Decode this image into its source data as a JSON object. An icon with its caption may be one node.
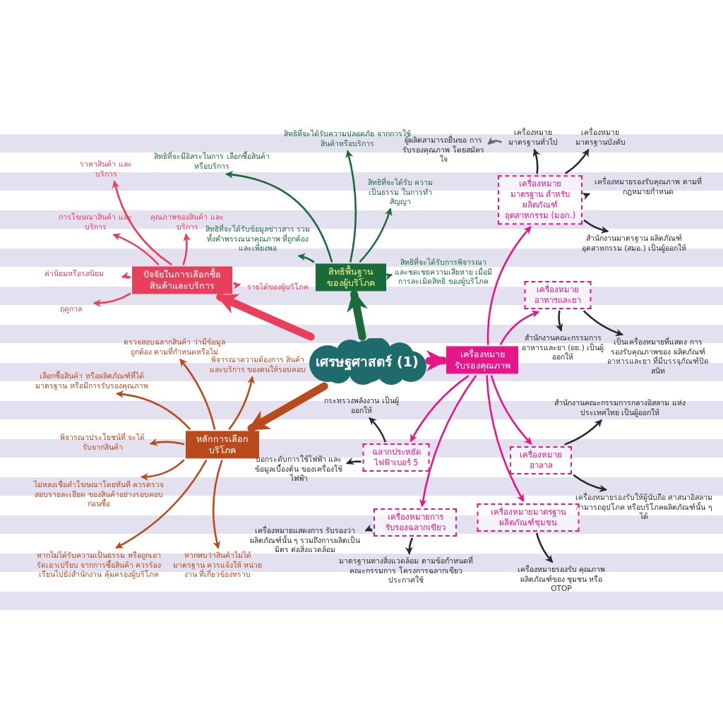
{
  "diagram": {
    "nodes": [
      {
        "text": [
          "เศรษฐศาสตร์ (1)"
        ]
      },
      {
        "text": [
          "ปัจจัยในการเลือกซื้อ สินค้าและบริการ"
        ]
      },
      {
        "text": [
          "ราคาสินค้า และบริการ"
        ]
      },
      {
        "text": [
          "การโฆษณาสินค้า และบริการ"
        ]
      },
      {
        "text": [
          "คุณภาพของสินค้า และบริการ"
        ]
      },
      {
        "text": [
          "ค่านิยมหรือรสนิยม"
        ]
      },
      {
        "text": [
          "ฤดูกาล"
        ]
      },
      {
        "text": [
          "รายได้ของผู้บริโภค"
        ]
      },
      {
        "text": [
          "สิทธิพื้นฐาน ของผู้บริโภค"
        ]
      },
      {
        "text": [
          "สิทธิที่จะมีอิสระในการ เลือกซื้อสินค้าหรือบริการ"
        ]
      },
      {
        "text": [
          "สิทธิที่จะได้รับความปลอดภัย จากการใช้สินค้าหรือบริการ"
        ]
      },
      {
        "text": [
          "สิทธิที่จะได้รับข้อมูลข่าวสาร รวมทั้งคำพรรณนาคุณภาพ ที่ถูกต้องและเพียงพอ"
        ]
      },
      {
        "text": [
          "สิทธิที่จะได้รับ ความเป็นธรรม ในการทำสัญญา"
        ]
      },
      {
        "text": [
          "สิทธิที่จะได้รับการพิจารณา และชดเชยความเสียหาย เมื่อมีการละเมิดสิทธิ ของผู้บริโภค"
        ]
      },
      {
        "text": [
          "หลักการเลือก บริโภค"
        ]
      },
      {
        "text": [
          "ตรวจสอบฉลากสินค้า ว่ามีข้อมูลถูกต้อง ตามที่กำหนดหรือไม่"
        ]
      },
      {
        "text": [
          "เลือกซื้อสินค้า หรือผลิตภัณฑ์ที่ได้มาตรฐาน หรือมีการรับรองคุณภาพ"
        ]
      },
      {
        "text": [
          "พิจารณาความต้องการ สินค้าและบริการ ของตนให้รอบคอบ"
        ]
      },
      {
        "text": [
          "พิจารณาประโยชน์ที่ จะได้รับจากสินค้า"
        ]
      },
      {
        "text": [
          "ไม่หลงเชื่อคำโฆษณาโดยทันที ควรตรวจสอบรายละเอียด ของสินค้าอย่างรอบคอบก่อนซื้อ"
        ]
      },
      {
        "text": [
          "หากไม่ได้รับความเป็นธรรม หรือถูกเอารัดเอาเปรียบ จากการซื้อสินค้า ควรร้องเรียนไปยังสำนักงาน คุ้มครองผู้บริโภค"
        ]
      },
      {
        "text": [
          "หากพบว่าสินค้าไม่ได้ มาตรฐาน ควรแจ้งให้ หน่วยงาน ที่เกี่ยวข้องทราบ"
        ]
      },
      {
        "text": [
          "เครื่องหมาย รับรองคุณภาพ"
        ]
      },
      {
        "text": [
          "เครื่องหมายมาตรฐาน สำหรับผลิตภัณฑ์ อุตสาหกรรม (มอก.)"
        ]
      },
      {
        "text": [
          "เครื่องหมาย อาหารและยา"
        ]
      },
      {
        "text": [
          "ฉลากประหยัด ไฟฟ้าเบอร์ 5"
        ]
      },
      {
        "text": [
          "เครื่องหมาย ฮาลาล"
        ]
      },
      {
        "text": [
          "เครื่องหมายการ รับรองฉลากเขียว"
        ]
      },
      {
        "text": [
          "เครื่องหมายมาตรฐาน ผลิตภัณฑ์ชุมชน"
        ]
      },
      {
        "text": [
          "ผู้ผลิตสามารถยื่นขอ การรับรองคุณภาพ โดยสมัครใจ"
        ]
      },
      {
        "text": [
          "เครื่องหมาย มาตรฐานทั่วไป"
        ]
      },
      {
        "text": [
          "เครื่องหมาย มาตรฐานบังคับ"
        ]
      },
      {
        "text": [
          "เครื่องหมายรองรับคุณภาพ ตามที่กฎหมายกำหนด"
        ]
      },
      {
        "text": [
          "สำนักงานมาตรฐาน ผลิตภัณฑ์อุตสาหกรรม (สมอ.) เป็นผู้ออกให้"
        ]
      },
      {
        "text": [
          "สำนักงานคณะกรรมการ อาหารและยา (อย.) เป็นผู้ออกให้"
        ]
      },
      {
        "text": [
          "เป็นเครื่องหมายที่แสดง การรองรับคุณภาพของ ผลิตภัณฑ์อาหารและยา ที่มีบรรจุภัณฑ์ปิดสนิท"
        ]
      },
      {
        "text": [
          "กระทรวงพลังงาน เป็นผู้ออกให้"
        ]
      },
      {
        "text": [
          "บอกระดับการใช้ไฟฟ้า และข้อมูลเบื้องต้น ของเครื่องใช้ไฟฟ้า"
        ]
      },
      {
        "text": [
          "สำนักงานคณะกรรมการกลางอิสลาม แห่งประเทศไทย เป็นผู้ออกให้"
        ]
      },
      {
        "text": [
          "เครื่องหมายรองรับให้ผู้นับถือ ศาสนาอิสลามสามารถอุปโภค หรือบริโภคผลิตภัณฑ์นั้น ๆ ได้"
        ]
      },
      {
        "text": [
          "เครื่องหมายแสดงการ รับรองว่าผลิตภัณฑ์นั้น ๆ รวมถึงการผลิตเป็นมิตร ต่อสิ่งแวดล้อม"
        ]
      },
      {
        "text": [
          "มาตรฐานทางสิ่งแวดล้อม ตามข้อกำหนดที่คณะกรรมการ โครงการฉลากเขียวประกาศใช้"
        ]
      },
      {
        "text": [
          "เครื่องหมายรองรับ คุณภาพผลิตภัณฑ์ของ ชุมชน หรือ OTOP"
        ]
      }
    ],
    "edges": [
      {
        "from": 0,
        "to": 1,
        "arrow": "to",
        "style": "thick",
        "color": "#e8405a"
      },
      {
        "from": 0,
        "to": 8,
        "arrow": "to",
        "style": "thick",
        "color": "#1b6b3a"
      },
      {
        "from": 0,
        "to": 14,
        "arrow": "to",
        "style": "thick",
        "color": "#b84a1c"
      },
      {
        "from": 0,
        "to": 22,
        "arrow": "to",
        "style": "thick",
        "color": "#e5158a"
      },
      {
        "from": 1,
        "to": 2,
        "arrow": "to",
        "color": "#e8405a"
      },
      {
        "from": 1,
        "to": 3,
        "arrow": "to",
        "color": "#e8405a"
      },
      {
        "from": 1,
        "to": 4,
        "arrow": "to",
        "color": "#e8405a"
      },
      {
        "from": 1,
        "to": 5,
        "arrow": "to",
        "color": "#e8405a"
      },
      {
        "from": 1,
        "to": 6,
        "arrow": "to",
        "color": "#e8405a"
      },
      {
        "from": 1,
        "to": 7,
        "arrow": "to",
        "color": "#e8405a"
      },
      {
        "from": 8,
        "to": 9,
        "arrow": "to",
        "color": "#1b6b3a"
      },
      {
        "from": 8,
        "to": 10,
        "arrow": "to",
        "color": "#1b6b3a"
      },
      {
        "from": 8,
        "to": 11,
        "arrow": "to",
        "color": "#1b6b3a"
      },
      {
        "from": 8,
        "to": 12,
        "arrow": "to",
        "color": "#1b6b3a"
      },
      {
        "from": 8,
        "to": 13,
        "arrow": "to",
        "color": "#1b6b3a"
      },
      {
        "from": 14,
        "to": 15,
        "arrow": "to",
        "color": "#b84a1c"
      },
      {
        "from": 14,
        "to": 16,
        "arrow": "to",
        "color": "#b84a1c"
      },
      {
        "from": 14,
        "to": 17,
        "arrow": "to",
        "color": "#b84a1c"
      },
      {
        "from": 14,
        "to": 18,
        "arrow": "to",
        "color": "#b84a1c"
      },
      {
        "from": 14,
        "to": 19,
        "arrow": "to",
        "color": "#b84a1c"
      },
      {
        "from": 14,
        "to": 20,
        "arrow": "to",
        "color": "#b84a1c"
      },
      {
        "from": 14,
        "to": 21,
        "arrow": "to",
        "color": "#b84a1c"
      },
      {
        "from": 22,
        "to": 23,
        "arrow": "to",
        "color": "#e5158a"
      },
      {
        "from": 22,
        "to": 24,
        "arrow": "to",
        "color": "#e5158a"
      },
      {
        "from": 22,
        "to": 25,
        "arrow": "to",
        "color": "#e5158a"
      },
      {
        "from": 22,
        "to": 26,
        "arrow": "to",
        "color": "#e5158a"
      },
      {
        "from": 22,
        "to": 27,
        "arrow": "to",
        "color": "#e5158a"
      },
      {
        "from": 22,
        "to": 28,
        "arrow": "to",
        "color": "#e5158a"
      },
      {
        "from": 23,
        "to": 30,
        "arrow": "to"
      },
      {
        "from": 23,
        "to": 31,
        "arrow": "to"
      },
      {
        "from": 23,
        "to": 32,
        "arrow": "to"
      },
      {
        "from": 23,
        "to": 33,
        "arrow": "to"
      },
      {
        "from": 30,
        "to": 29,
        "arrow": "to",
        "color": "#666666"
      },
      {
        "from": 24,
        "to": 34,
        "arrow": "to"
      },
      {
        "from": 24,
        "to": 35,
        "arrow": "to"
      },
      {
        "from": 25,
        "to": 36,
        "arrow": "to"
      },
      {
        "from": 25,
        "to": 37,
        "arrow": "to"
      },
      {
        "from": 26,
        "to": 38,
        "arrow": "to"
      },
      {
        "from": 26,
        "to": 39,
        "arrow": "to"
      },
      {
        "from": 27,
        "to": 40,
        "arrow": "to"
      },
      {
        "from": 27,
        "to": 41,
        "arrow": "to"
      },
      {
        "from": 28,
        "to": 42,
        "arrow": "to"
      }
    ]
  }
}
